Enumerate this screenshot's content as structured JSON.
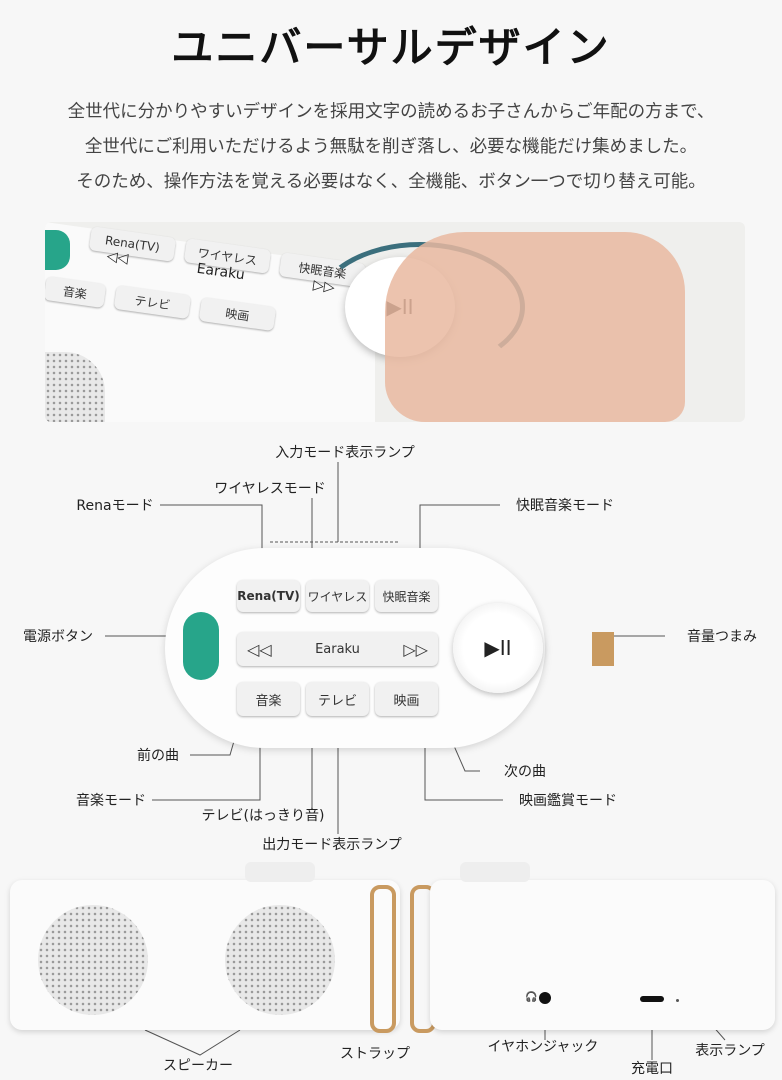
{
  "title": "ユニバーサルデザイン",
  "description": [
    "全世代に分かりやすいデザインを採用文字の読めるお子さんからご年配の方まで、",
    "全世代にご利用いただけるよう無駄を削ぎ落し、必要な機能だけ集めました。",
    "そのため、操作方法を覚える必要はなく、全機能、ボタン一つで切り替え可能。"
  ],
  "device": {
    "brand": "Earaku",
    "buttons": {
      "rena": "Rena(TV)",
      "wireless": "ワイヤレス",
      "sleep": "快眠音楽",
      "prev": "◁◁",
      "next": "▷▷",
      "music": "音楽",
      "tv": "テレビ",
      "movie": "映画",
      "play_pause": "▶II"
    },
    "colors": {
      "power": "#27a58a",
      "strap": "#c99a60"
    }
  },
  "labels": {
    "input_lamp": "入力モード表示ランプ",
    "wireless_mode": "ワイヤレスモード",
    "rena_mode": "Renaモード",
    "sleep_mode": "快眠音楽モード",
    "power_button": "電源ボタン",
    "volume_knob": "音量つまみ",
    "prev_track": "前の曲",
    "next_track": "次の曲",
    "music_mode": "音楽モード",
    "movie_mode": "映画鑑賞モード",
    "tv_mode": "テレビ(はっきり音)",
    "output_lamp": "出力モード表示ランプ",
    "speaker": "スピーカー",
    "strap": "ストラップ",
    "earphone_jack": "イヤホンジャック",
    "charging_port": "充電口",
    "indicator_lamp": "表示ランプ"
  }
}
